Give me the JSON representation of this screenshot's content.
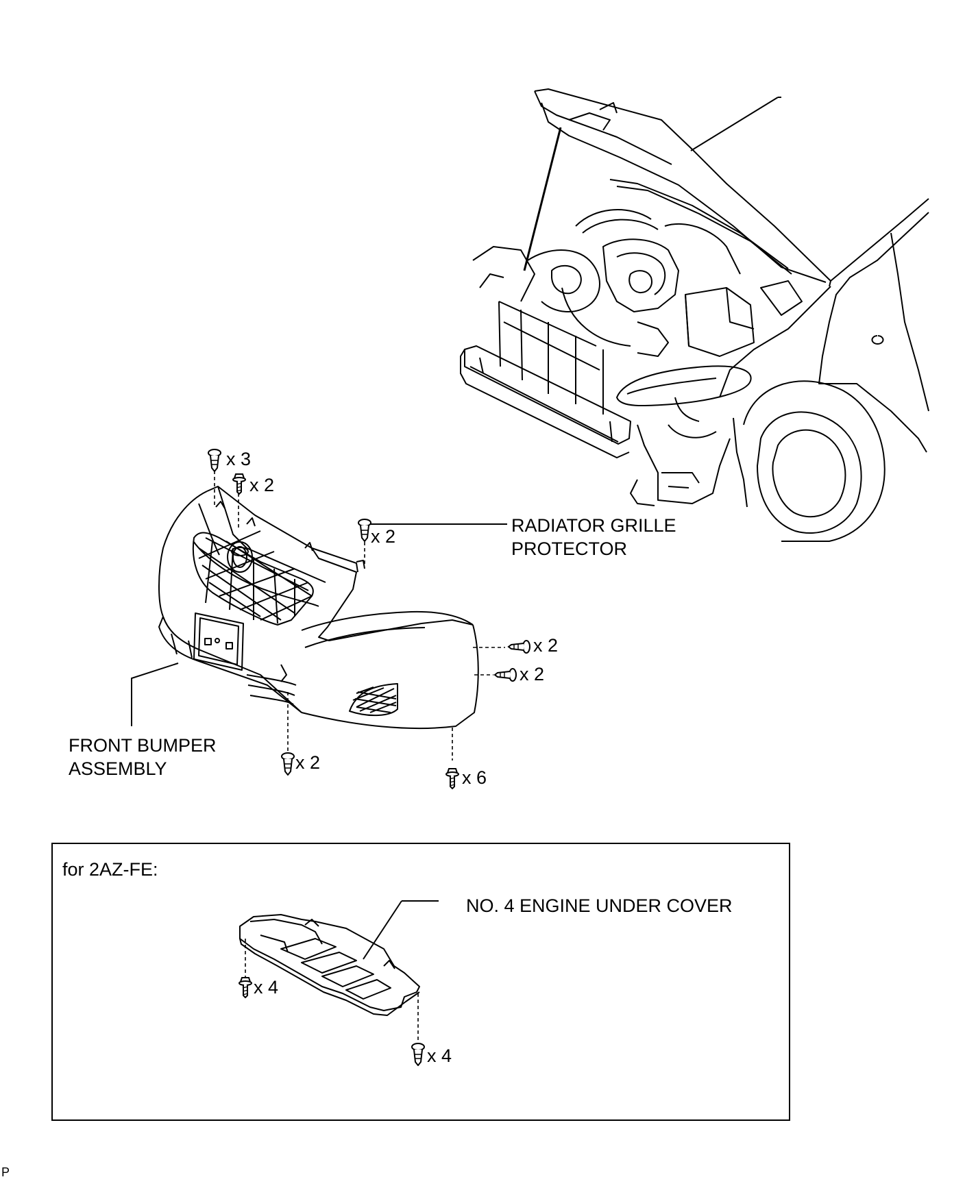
{
  "labels": {
    "radiator_line1": "RADIATOR GRILLE",
    "radiator_line2": "PROTECTOR",
    "bumper_line1": "FRONT BUMPER",
    "bumper_line2": "ASSEMBLY",
    "engine_note": "for 2AZ-FE:",
    "under_cover": "NO. 4 ENGINE UNDER COVER",
    "corner_mark": "P"
  },
  "quantities": {
    "top_clip": "x 3",
    "top_bolt": "x 2",
    "grille_clip": "x 2",
    "side_upper": "x 2",
    "side_lower": "x 2",
    "bottom_left": "x 2",
    "bottom_right": "x 6",
    "cover_left": "x 4",
    "cover_right": "x 4"
  },
  "icons": {
    "fastener_clip": "push-clip-icon",
    "fastener_bolt": "flange-bolt-icon",
    "fastener_screw": "screw-icon"
  }
}
